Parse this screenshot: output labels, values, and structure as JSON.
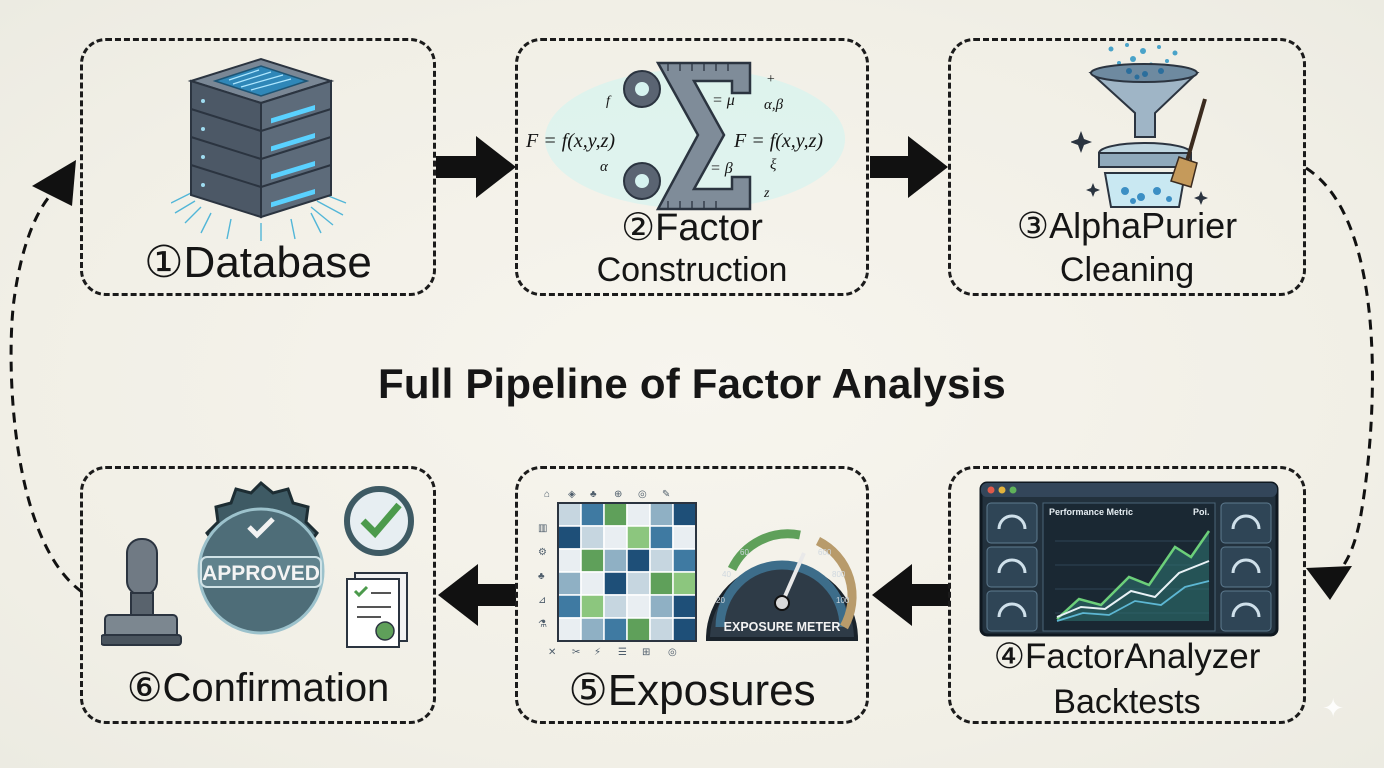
{
  "title": "Full Pipeline of Factor Analysis",
  "stages": [
    {
      "id": 1,
      "line1": "①Database",
      "line2": ""
    },
    {
      "id": 2,
      "line1": "②Factor",
      "line2": "Construction"
    },
    {
      "id": 3,
      "line1": "③AlphaPurier",
      "line2": "Cleaning"
    },
    {
      "id": 4,
      "line1": "④FactorAnalyzer",
      "line2": "Backtests"
    },
    {
      "id": 5,
      "line1": "⑤Exposures",
      "line2": ""
    },
    {
      "id": 6,
      "line1": "⑥Confirmation",
      "line2": ""
    }
  ],
  "icons": {
    "factor_formula": "F = f(x,y,z)",
    "factor_mu": "= μ",
    "factor_beta": "= β",
    "factor_alphabeta": "α,β",
    "factor_alpha": "α",
    "factor_xi": "ξ",
    "factor_z": "z",
    "factor_plus": "+",
    "factor_f": "f",
    "approved_seal": "APPROVED",
    "exposure_meter": "EXPOSURE METER",
    "performance_metric": "Performance Metric",
    "performance_corner": "Poi."
  },
  "colors": {
    "ink": "#151515",
    "teal": "#3e8c94",
    "steel": "#4e5d6b",
    "green": "#5fa05a"
  }
}
